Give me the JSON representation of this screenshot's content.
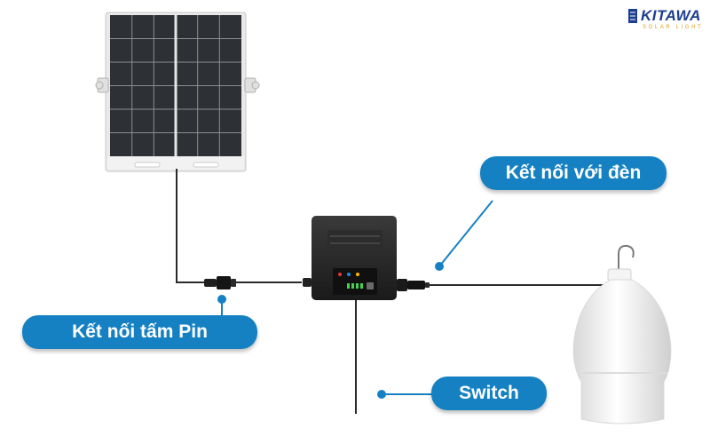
{
  "brand": {
    "name": "KITAWA",
    "tagline": "SOLAR LIGHT",
    "color": "#1d3f8f",
    "accent": "#d9a21a"
  },
  "labels": {
    "lamp_connection": "Kết nối với đèn",
    "panel_connection": "Kết nối tấm Pin",
    "switch": "Switch"
  },
  "colors": {
    "pill": "#1581c3",
    "dot": "#1581c3",
    "wire": "#2a2a2a"
  }
}
